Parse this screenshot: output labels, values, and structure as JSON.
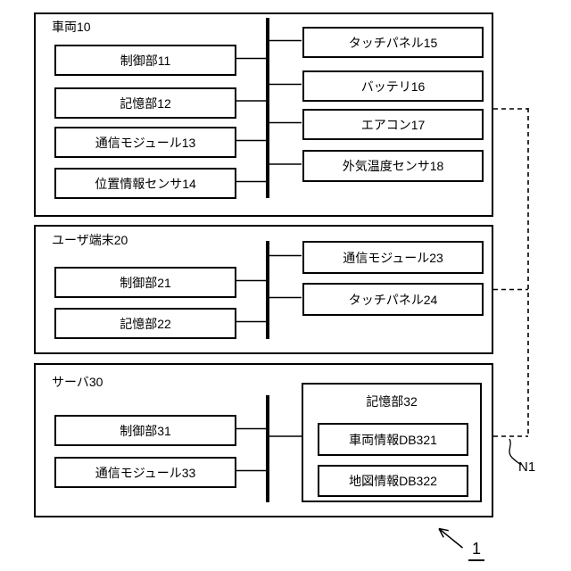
{
  "figure": {
    "background_color": "#ffffff",
    "line_color": "#000000",
    "groups": [
      {
        "title": "車両10",
        "left_blocks": [
          "制御部11",
          "記憶部12",
          "通信モジュール13",
          "位置情報センサ14"
        ],
        "right_blocks": [
          "タッチパネル15",
          "バッテリ16",
          "エアコン17",
          "外気温度センサ18"
        ]
      },
      {
        "title": "ユーザ端末20",
        "left_blocks": [
          "制御部21",
          "記憶部22"
        ],
        "right_blocks": [
          "通信モジュール23",
          "タッチパネル24"
        ]
      },
      {
        "title": "サーバ30",
        "left_blocks": [
          "制御部31",
          "通信モジュール33"
        ],
        "storage_box": {
          "title": "記憶部32",
          "blocks": [
            "車両情報DB321",
            "地図情報DB322"
          ]
        }
      }
    ],
    "network_label": "N1",
    "figure_number": "1"
  }
}
